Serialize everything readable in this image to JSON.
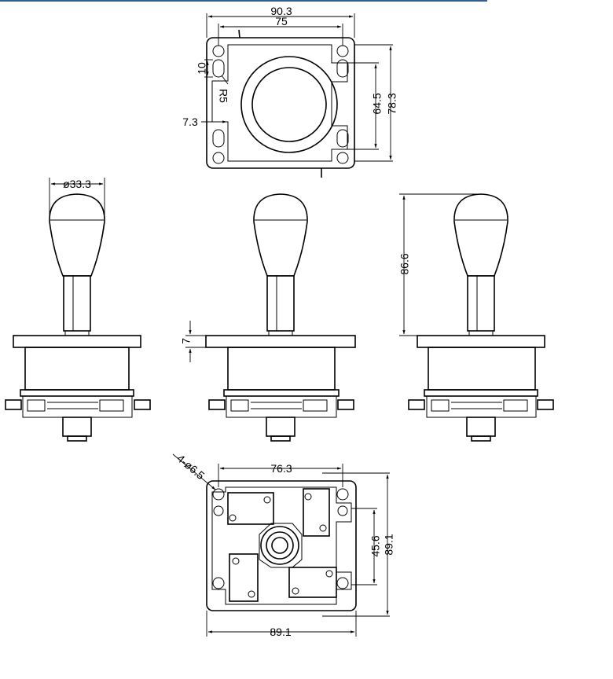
{
  "colors": {
    "stroke": "#000000",
    "background": "#ffffff",
    "top_bar": "#2f5f96"
  },
  "top_view": {
    "overall_width": "90.3",
    "hole_span": "75",
    "slot": "10",
    "radius": "R5",
    "offset": "7.3",
    "inner_height": "64.5",
    "overall_height": "78.3"
  },
  "side_view": {
    "knob_diameter": "ø33.3",
    "plate_thickness": "7",
    "total_height": "86.6"
  },
  "bottom_view": {
    "holes": "4-ø6.5",
    "hole_span": "76.3",
    "inner_span": "45.6",
    "right_height": "89.1",
    "bottom_width": "89.1"
  }
}
